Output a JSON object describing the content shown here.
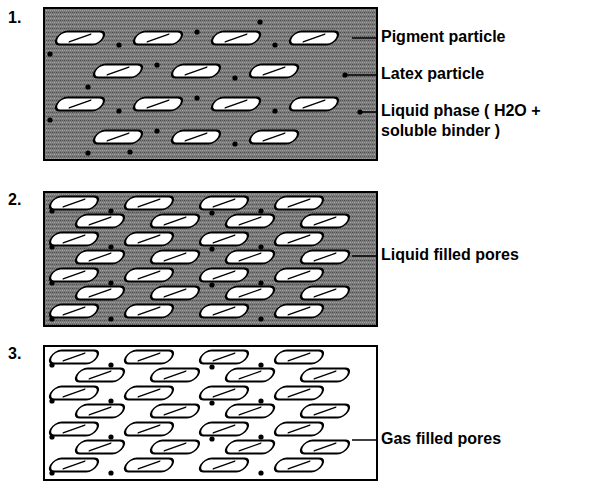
{
  "diagram": {
    "labels": [
      "1.",
      "Pigment particle",
      "Latex particle",
      "Liquid phase ( H2O + soluble binder )",
      "2.",
      "Liquid filled pores",
      "3.",
      "Gas filled pores"
    ]
  }
}
